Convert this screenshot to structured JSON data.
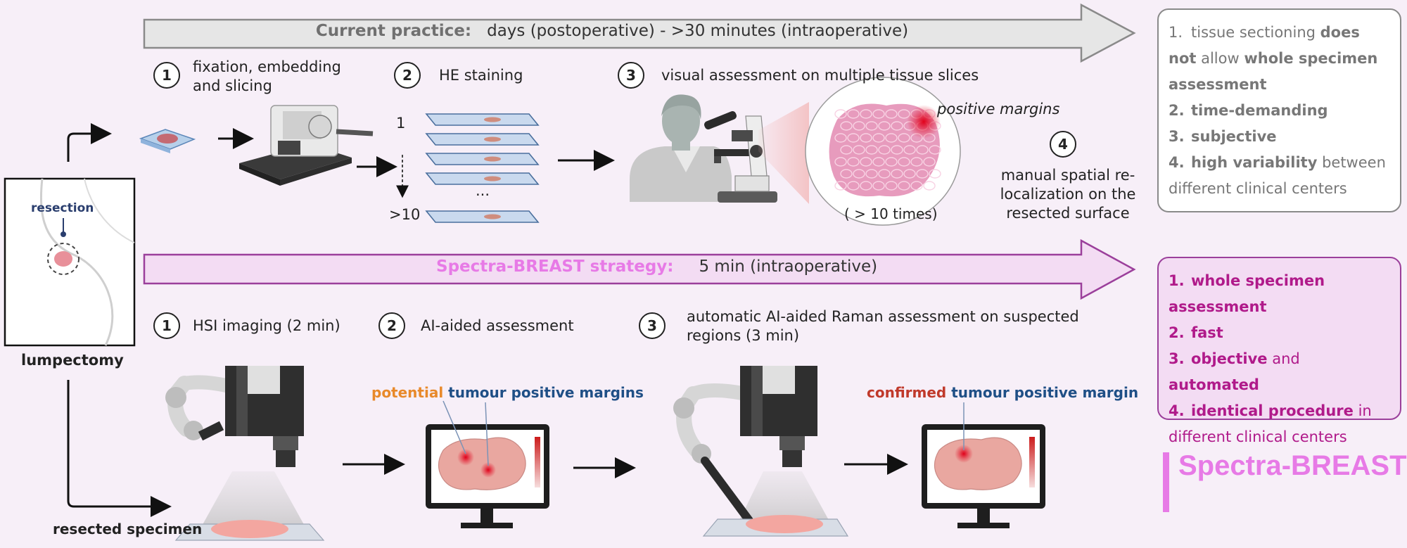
{
  "top": {
    "banner_label": "Current practice:",
    "banner_time": "days (postoperative) -  >30 minutes (intraoperative)",
    "steps": [
      {
        "num": "1",
        "line1": "fixation, embedding",
        "line2": "and slicing"
      },
      {
        "num": "2",
        "label": "HE staining"
      },
      {
        "num": "3",
        "label": "visual assessment on multiple tissue slices"
      },
      {
        "num": "4",
        "line1": "manual spatial re-",
        "line2": "localization on the",
        "line3": "resected surface"
      }
    ],
    "slide_first": "1",
    "slide_dots": "...",
    "slide_last": ">10",
    "positive_margins": "positive margins",
    "times": "( > 10 times)"
  },
  "left": {
    "resection": "resection",
    "lumpectomy": "lumpectomy",
    "resected_specimen": "resected specimen"
  },
  "bottom": {
    "banner_label": "Spectra-BREAST strategy:",
    "banner_time": "5 min (intraoperative)",
    "steps": [
      {
        "num": "1",
        "label": "HSI imaging (2 min)"
      },
      {
        "num": "2",
        "label": "AI-aided assessment"
      },
      {
        "num": "3",
        "line1": "automatic AI-aided Raman assessment on suspected",
        "line2": "regions (3 min)"
      }
    ],
    "potential_word": "potential",
    "tumour_positive_margins": "tumour positive margins",
    "confirmed_word": "confirmed",
    "tumour_positive_margin": "tumour positive margin"
  },
  "current_panel": {
    "items": [
      {
        "n": "1.",
        "a": "tissue sectioning ",
        "b": "does not",
        "c": " allow ",
        "d": "whole specimen assessment"
      },
      {
        "n": "2.",
        "b": "time-demanding"
      },
      {
        "n": "3.",
        "b": "subjective"
      },
      {
        "n": "4.",
        "b": "high variability",
        "c": " between different clinical centers"
      }
    ]
  },
  "spectra_panel": {
    "items": [
      {
        "n": "1.",
        "b": "whole specimen assessment"
      },
      {
        "n": "2.",
        "b": "fast"
      },
      {
        "n": "3.",
        "b": "objective",
        "c": " and ",
        "d": "automated"
      },
      {
        "n": "4.",
        "b": "identical procedure",
        "c": " in different clinical centers"
      }
    ]
  },
  "brand": "Spectra-BREAST",
  "colors": {
    "gray_banner": "#e6e6e6",
    "pink_banner": "#f3dcf3",
    "pink_border": "#9b3f9b",
    "pink_text": "#e77ae6",
    "magenta": "#b01a8a",
    "orange": "#e8892a",
    "blue": "#1f4f86",
    "red": "#c0392b",
    "gray_text": "#777777"
  }
}
